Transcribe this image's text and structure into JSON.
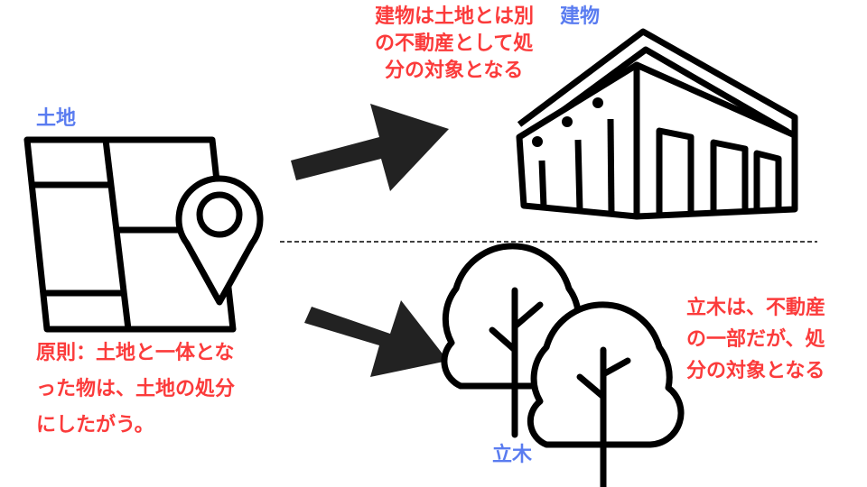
{
  "labels": {
    "building": "建物",
    "land": "土地",
    "standing_tree": "立木"
  },
  "notes": {
    "building": [
      "建物は土地とは別",
      "の不動産として処",
      "分の対象となる"
    ],
    "principle": [
      "原則：土地と一体とな",
      "った物は、土地の処分",
      "にしたがう。"
    ],
    "standing_tree": [
      "立木は、不動産",
      "の一部だが、処",
      "分の対象となる"
    ]
  },
  "colors": {
    "note": "#fb3b3b",
    "label": "#5a7cf0",
    "stroke": "#000000",
    "arrow": "#222222"
  }
}
